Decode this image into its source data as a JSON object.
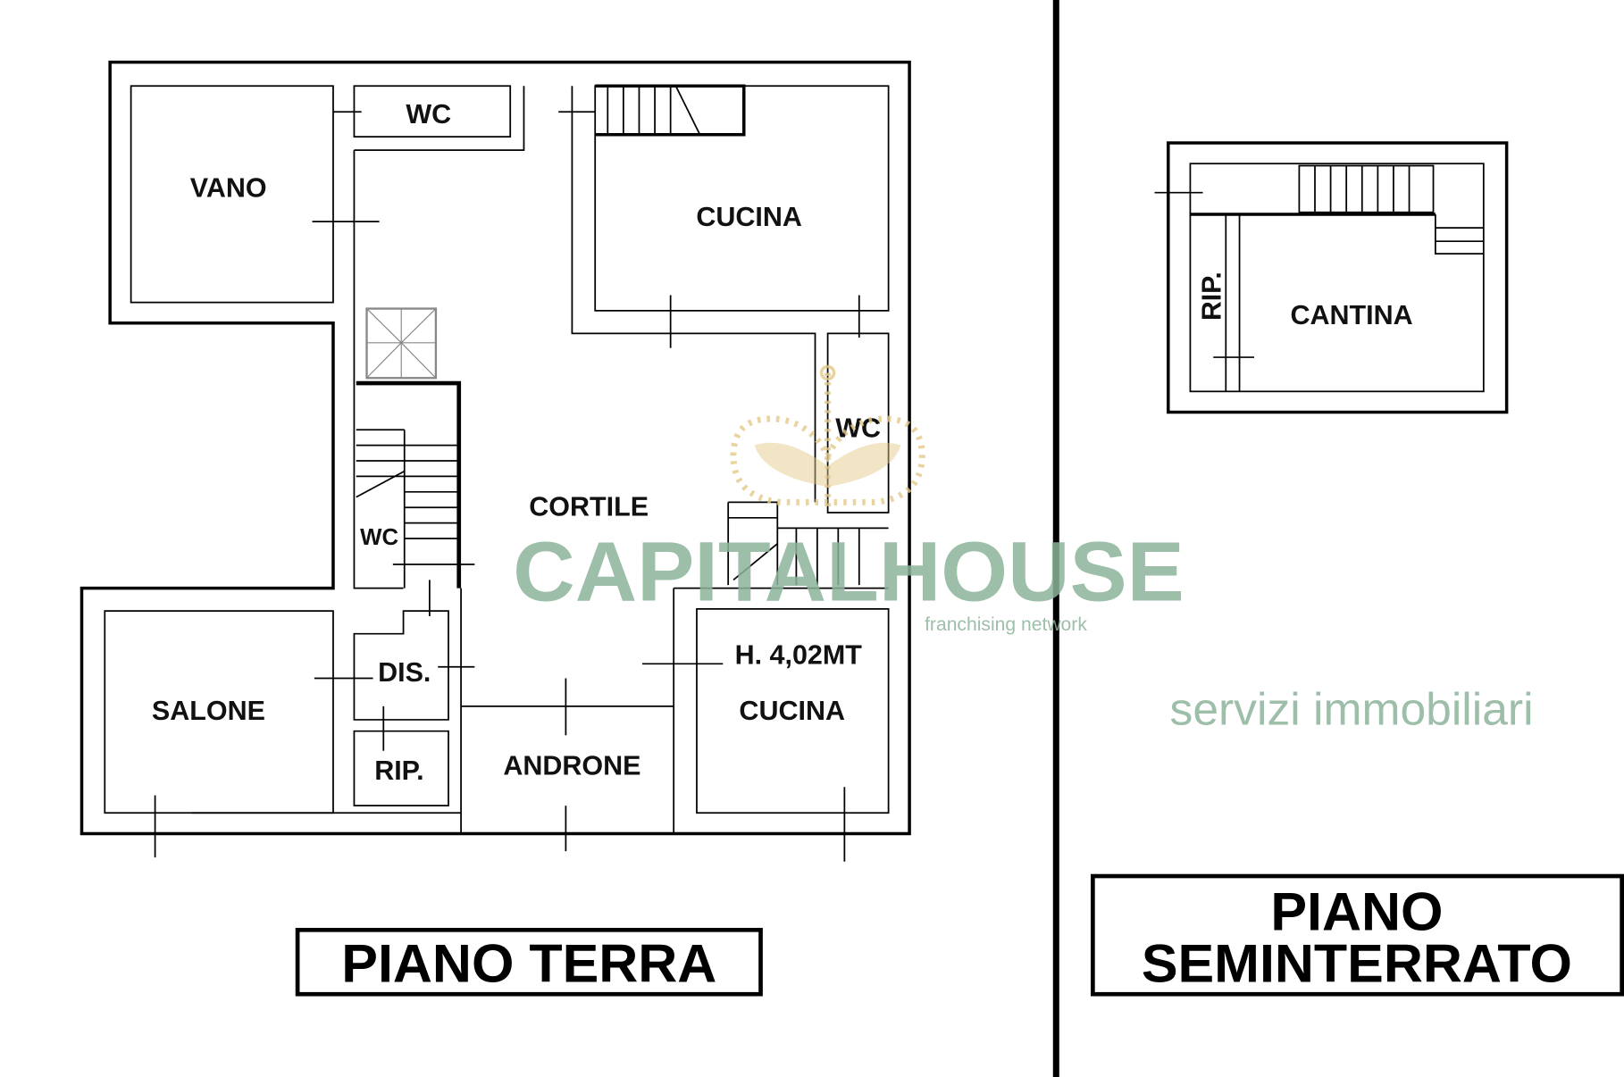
{
  "floors": [
    {
      "title": "PIANO TERRA",
      "rooms": {
        "vano": "VANO",
        "wc_top": "WC",
        "cucina_top": "CUCINA",
        "wc_right": "WC",
        "cortile": "CORTILE",
        "wc_left": "WC",
        "salone": "SALONE",
        "dis": "DIS.",
        "rip": "RIP.",
        "androne": "ANDRONE",
        "height_note": "H. 4,02MT",
        "cucina_bottom": "CUCINA"
      }
    },
    {
      "title_line1": "PIANO",
      "title_line2": "SEMINTERRATO",
      "rooms": {
        "rip": "RIP.",
        "cantina": "CANTINA"
      }
    }
  ],
  "watermark": {
    "brand": "CAPITALHOUSE",
    "tagline": "franchising network",
    "subtitle": "servizi immobiliari",
    "brand_color": "#8cb39a",
    "logo_color": "#e3c98a"
  }
}
